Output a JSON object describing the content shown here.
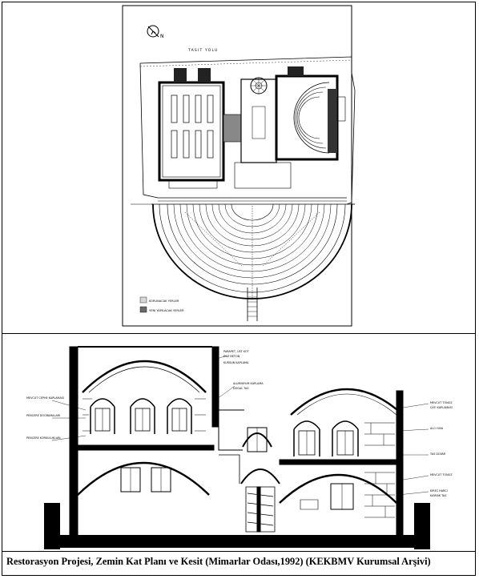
{
  "plan": {
    "scale_text": "TASIT YOLU",
    "legend": [
      {
        "label": "KORUNACAK YERLER",
        "swatch": "#d8d8d8"
      },
      {
        "label": "YENI YAPILACAK YERLER",
        "swatch": "#6a6a6a"
      }
    ]
  },
  "section": {
    "annotations_left": [
      "MEVCUT CEPHE KAPLAMASI",
      "PENCERE DOGRAMALARI",
      "PENCERE KORKULUKLARI"
    ],
    "annotations_top": [
      "PARAPET, UST KOT",
      "DUZ BETON",
      "KURSUN KAPLAMA",
      "ALUMINYUM KAPLAMA",
      "DOGAL TAS"
    ],
    "annotations_right": [
      "MEVCUT TONOZ",
      "CATI KAPLAMASI",
      "ALCI SIVA",
      "TAS DUVAR",
      "MEVCUT TONOZ",
      "KIREC HARCI",
      "KAYRAK TAS"
    ]
  },
  "caption": "Restorasyon Projesi, Zemin Kat Planı ve Kesit (Mimarlar Odası,1992) (KEKBMV Kurumsal Arşivi)"
}
